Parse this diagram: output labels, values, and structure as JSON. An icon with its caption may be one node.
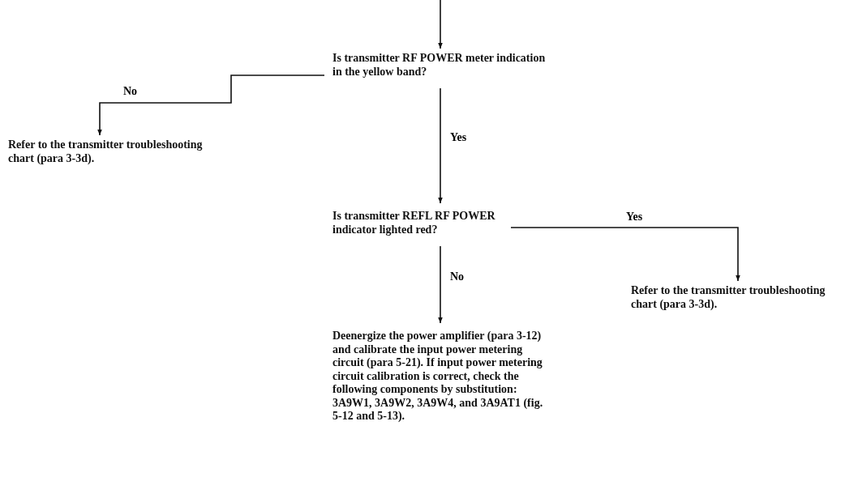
{
  "diagram": {
    "nodes": [
      {
        "text": [
          "Is transmitter RF POWER meter indication in the yellow band?"
        ]
      },
      {
        "text": [
          "Refer to the transmitter troubleshooting chart (para 3-3d)."
        ]
      },
      {
        "text": [
          "Is transmitter REFL RF POWER indicator lighted red?"
        ]
      },
      {
        "text": [
          "Refer to the transmitter troubleshooting chart (para 3-3d)."
        ]
      },
      {
        "text": [
          "Deenergize the power amplifier (para 3-12) and calibrate the input power metering circuit (para 5-21). If input power metering circuit calibration is correct, check the following components by substitution: 3A9W1, 3A9W2, 3A9W4, and 3A9AT1 (fig. 5-12 and 5-13)."
        ]
      }
    ],
    "edges": [
      {
        "from": null,
        "to": 0,
        "arrow": "to"
      },
      {
        "from": 0,
        "to": 1,
        "arrow": "to",
        "label": "No"
      },
      {
        "from": 0,
        "to": 2,
        "arrow": "to",
        "label": "Yes"
      },
      {
        "from": 2,
        "to": 3,
        "arrow": "to",
        "label": "Yes"
      },
      {
        "from": 2,
        "to": 4,
        "arrow": "to",
        "label": "No"
      }
    ]
  }
}
